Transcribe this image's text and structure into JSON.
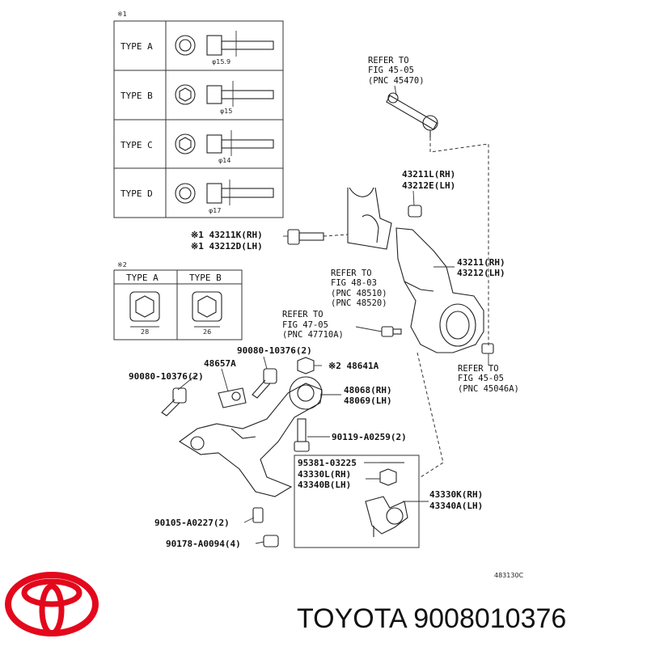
{
  "type_table_1": {
    "marker": "※1",
    "rows": [
      {
        "label": "TYPE A",
        "dia": "φ15.9"
      },
      {
        "label": "TYPE B",
        "dia": "φ15"
      },
      {
        "label": "TYPE C",
        "dia": "φ14"
      },
      {
        "label": "TYPE D",
        "dia": "φ17"
      }
    ]
  },
  "type_table_2": {
    "marker": "※2",
    "headers": [
      "TYPE A",
      "TYPE B"
    ],
    "sizes": [
      "28",
      "26"
    ]
  },
  "callouts": {
    "refer_45_05_top": [
      "REFER TO",
      "FIG 45-05",
      "(PNC 45470)"
    ],
    "p43211L": "43211L(RH)",
    "p43212E": "43212E(LH)",
    "p43211K": "※1 43211K(RH)",
    "p43212D": "※1 43212D(LH)",
    "refer_48_03": [
      "REFER TO",
      "FIG 48-03",
      "(PNC 48510)",
      "(PNC 48520)"
    ],
    "p43211": "43211(RH)",
    "p43212": "43212(LH)",
    "refer_47_05": [
      "REFER TO",
      "FIG 47-05",
      "(PNC 47710A)"
    ],
    "p90080_top": "90080-10376(2)",
    "p48657A": "48657A",
    "p48641A": "※2 48641A",
    "p90080_left": "90080-10376(2)",
    "refer_45_05_right": [
      "REFER TO",
      "FIG 45-05",
      "(PNC 45046A)"
    ],
    "p48068": "48068(RH)",
    "p48069": "48069(LH)",
    "p90119": "90119-A0259(2)",
    "p95381": "95381-03225",
    "p43330L": "43330L(RH)",
    "p43340B": "43340B(LH)",
    "p43330K": "43330K(RH)",
    "p43340A": "43340A(LH)",
    "p90105": "90105-A0227(2)",
    "p90178": "90178-A0094(4)"
  },
  "illustration_code": "483130C",
  "brand_caption": "TOYOTA 9008010376",
  "colors": {
    "logo_red": "#e3081c",
    "line": "#222222"
  }
}
